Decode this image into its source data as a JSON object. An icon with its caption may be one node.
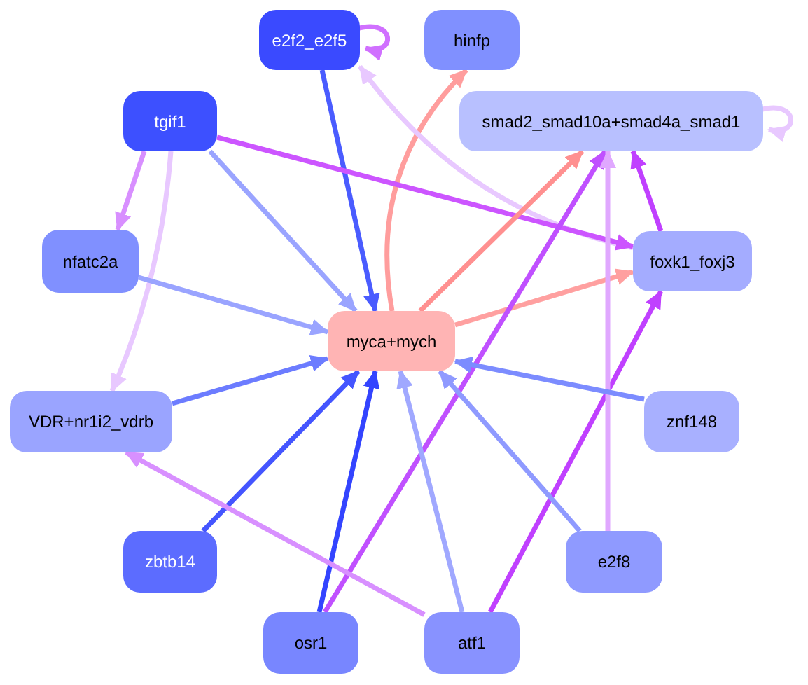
{
  "diagram": {
    "nodes": [
      {
        "text": [
          "e2f2_e2f5"
        ]
      },
      {
        "text": [
          "hinfp"
        ]
      },
      {
        "text": [
          "tgif1"
        ]
      },
      {
        "text": [
          "smad2_smad10a+smad4a_smad1"
        ]
      },
      {
        "text": [
          "nfatc2a"
        ]
      },
      {
        "text": [
          "foxk1_foxj3"
        ]
      },
      {
        "text": [
          "myca+mych"
        ]
      },
      {
        "text": [
          "VDR+nr1i2_vdrb"
        ]
      },
      {
        "text": [
          "znf148"
        ]
      },
      {
        "text": [
          "zbtb14"
        ]
      },
      {
        "text": [
          "e2f8"
        ]
      },
      {
        "text": [
          "osr1"
        ]
      },
      {
        "text": [
          "atf1"
        ]
      }
    ],
    "edges": [
      {
        "from": 0,
        "to": 0,
        "arrow": "to",
        "color": "#d070ff"
      },
      {
        "from": 0,
        "to": 6,
        "arrow": "to",
        "color": "#4a5cff"
      },
      {
        "from": 6,
        "to": 1,
        "arrow": "to",
        "color": "#ff9d9d"
      },
      {
        "from": 5,
        "to": 0,
        "arrow": "to",
        "color": "#e8c8ff"
      },
      {
        "from": 3,
        "to": 3,
        "arrow": "to",
        "color": "#e8c8ff"
      },
      {
        "from": 2,
        "to": 4,
        "arrow": "to",
        "color": "#d88fff"
      },
      {
        "from": 2,
        "to": 7,
        "arrow": "to",
        "color": "#e8c8ff"
      },
      {
        "from": 2,
        "to": 6,
        "arrow": "to",
        "color": "#9aa4ff"
      },
      {
        "from": 2,
        "to": 5,
        "arrow": "to",
        "color": "#cc55ff"
      },
      {
        "from": 4,
        "to": 6,
        "arrow": "to",
        "color": "#9aa4ff"
      },
      {
        "from": 6,
        "to": 3,
        "arrow": "to",
        "color": "#ff9090"
      },
      {
        "from": 6,
        "to": 5,
        "arrow": "to",
        "color": "#ffa0a0"
      },
      {
        "from": 11,
        "to": 3,
        "arrow": "to",
        "color": "#c050ff"
      },
      {
        "from": 12,
        "to": 5,
        "arrow": "to",
        "color": "#c040ff"
      },
      {
        "from": 10,
        "to": 3,
        "arrow": "to",
        "color": "#e0a8ff"
      },
      {
        "from": 5,
        "to": 3,
        "arrow": "to",
        "color": "#c040ff"
      },
      {
        "from": 7,
        "to": 6,
        "arrow": "to",
        "color": "#6c7cff"
      },
      {
        "from": 9,
        "to": 6,
        "arrow": "to",
        "color": "#4455ff"
      },
      {
        "from": 11,
        "to": 6,
        "arrow": "to",
        "color": "#3344ff"
      },
      {
        "from": 12,
        "to": 6,
        "arrow": "to",
        "color": "#a0a8ff"
      },
      {
        "from": 10,
        "to": 6,
        "arrow": "to",
        "color": "#8f9aff"
      },
      {
        "from": 8,
        "to": 6,
        "arrow": "to",
        "color": "#7c8cff"
      },
      {
        "from": 12,
        "to": 7,
        "arrow": "to",
        "color": "#d890ff"
      }
    ]
  }
}
